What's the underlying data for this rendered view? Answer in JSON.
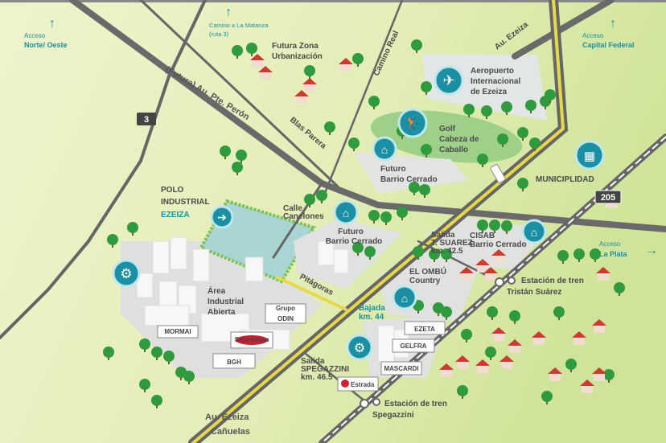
{
  "access": {
    "norte_oeste": {
      "line1": "Acceso",
      "line2": "Norte/ Oeste"
    },
    "matanza": {
      "line1": "Camino a La Matanza",
      "line2": "(ruta 3)"
    },
    "capital": {
      "line1": "Acceso",
      "line2": "Capital Federal"
    },
    "la_plata": {
      "line1": "Acceso",
      "line2": "La Plata"
    }
  },
  "roads": {
    "peron": "(Futura) Au. Pte. Perón",
    "blas_parera": "Blas Parera",
    "camino_real": "Camino Real",
    "au_ezeiza": "Au. Ezeiza",
    "canelones": {
      "line1": "Calle",
      "line2": "Canelones"
    },
    "pitagoras": "Pitágoras",
    "ezeiza_canuelas": {
      "line1": "Au. Ezeiza",
      "line2": "Cañuelas"
    },
    "ruta3": "3",
    "ruta205": "205"
  },
  "places": {
    "futura_zona": {
      "line1": "Futura Zona",
      "line2": "Urbanización"
    },
    "aeropuerto": {
      "line1": "Aeropuerto",
      "line2": "Internacional",
      "line3": "de Ezeiza"
    },
    "golf": {
      "line1": "Golf",
      "line2": "Cabeza de",
      "line3": "Caballo"
    },
    "barrio1": {
      "line1": "Futuro",
      "line2": "Barrio Cerrado"
    },
    "barrio2": {
      "line1": "Futuro",
      "line2": "Barrio Cerrado"
    },
    "municipalidad": "MUNICIPLIDAD",
    "polo": {
      "line1": "POLO",
      "line2": "INDUSTRIAL",
      "line3": "EZEIZA"
    },
    "cisab": {
      "line1": "CISAB",
      "line2": "Barrio Cerrado"
    },
    "ombu": {
      "line1": "EL OMBÚ",
      "line2": "Country"
    },
    "area_industrial": {
      "line1": "Área",
      "line2": "Industrial",
      "line3": "Abierta"
    },
    "salida_suarez": {
      "line1": "Salida",
      "line2": "T. SUAREZ",
      "line3": "km. 42.5"
    },
    "bajada": {
      "line1": "Bajada",
      "line2": "km. 44"
    },
    "salida_spegazzini": {
      "line1": "Salida",
      "line2": "SPEGAZZINI",
      "line3": "km. 46.5"
    },
    "estacion_suarez": {
      "line1": "Estación de tren",
      "line2": "Tristán Suárez"
    },
    "estacion_spegazzini": {
      "line1": "Estación de tren",
      "line2": "Spegazzini"
    }
  },
  "companies": {
    "odin": {
      "line1": "Grupo",
      "line2": "ODIN"
    },
    "mormai": "MORMAI",
    "serenisima": "Serenísima",
    "bgh": "BGH",
    "ezeta": "EZETA",
    "gelfra": "GELFRA",
    "mascardi": "MASCARDI",
    "estrada": "Estrada"
  },
  "colors": {
    "teal": "#1b8fa3",
    "highway": "#e6d84a",
    "road": "#6e6e6e",
    "grass": "#e9f0c4",
    "grass_dark": "#d5e79f"
  }
}
